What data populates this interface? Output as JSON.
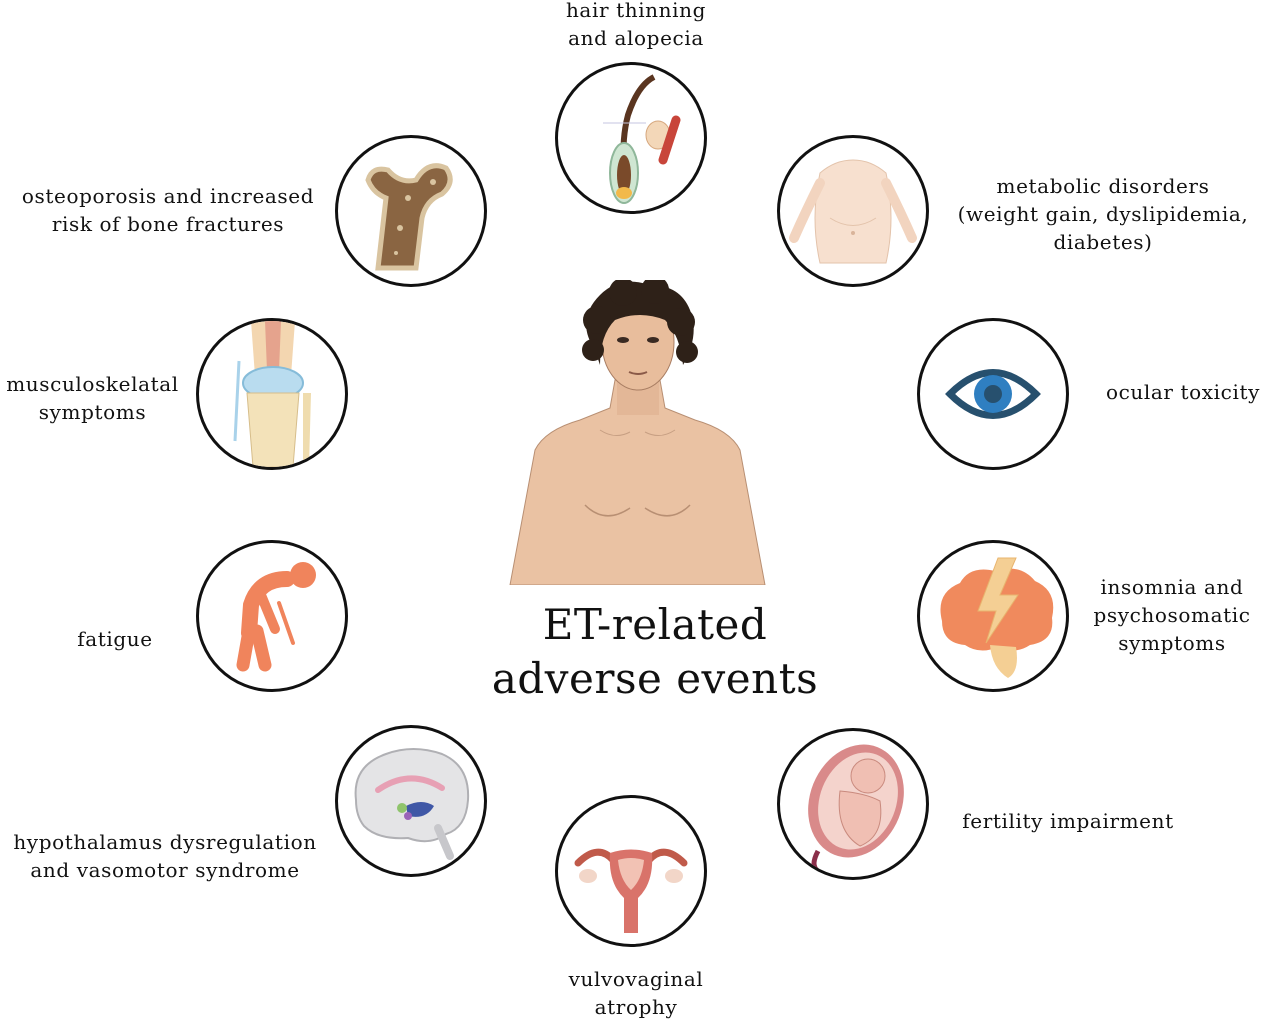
{
  "title_lines": [
    "ET-related",
    "adverse events"
  ],
  "events": {
    "hair": [
      "hair thinning",
      "and alopecia"
    ],
    "metabolic": [
      "metabolic disorders",
      "(weight gain, dyslipidemia,",
      "diabetes)"
    ],
    "ocular": [
      "ocular toxicity"
    ],
    "insomnia": [
      "insomnia and",
      "psychosomatic",
      "symptoms"
    ],
    "fertility": [
      "fertility impairment"
    ],
    "vulvovaginal": [
      "vulvovaginal",
      "atrophy"
    ],
    "hypothalamus": [
      "hypothalamus dysregulation",
      "and vasomotor syndrome"
    ],
    "fatigue": [
      "fatigue"
    ],
    "musculoskeletal": [
      "musculoskelatal",
      "symptoms"
    ],
    "osteoporosis": [
      "osteoporosis and increased",
      "risk of bone fractures"
    ]
  },
  "icons": {
    "hair": "hair-follicle-icon",
    "metabolic": "body-torso-icon",
    "ocular": "eye-icon",
    "insomnia": "brain-lightning-icon",
    "fertility": "fetus-uterus-icon",
    "vulvovaginal": "uterus-icon",
    "hypothalamus": "brain-section-icon",
    "fatigue": "tired-person-icon",
    "musculoskeletal": "knee-joint-icon",
    "osteoporosis": "femur-bone-icon",
    "center": "woman-figure-icon"
  },
  "colors": {
    "outline": "#111111",
    "skin": "#eac2a3",
    "eye_blue": "#2f7fc1",
    "eye_dark": "#27506e",
    "fatigue_orange": "#f0845c",
    "brain_orange": "#f08a5d",
    "bolt_yellow": "#f4cf94"
  }
}
